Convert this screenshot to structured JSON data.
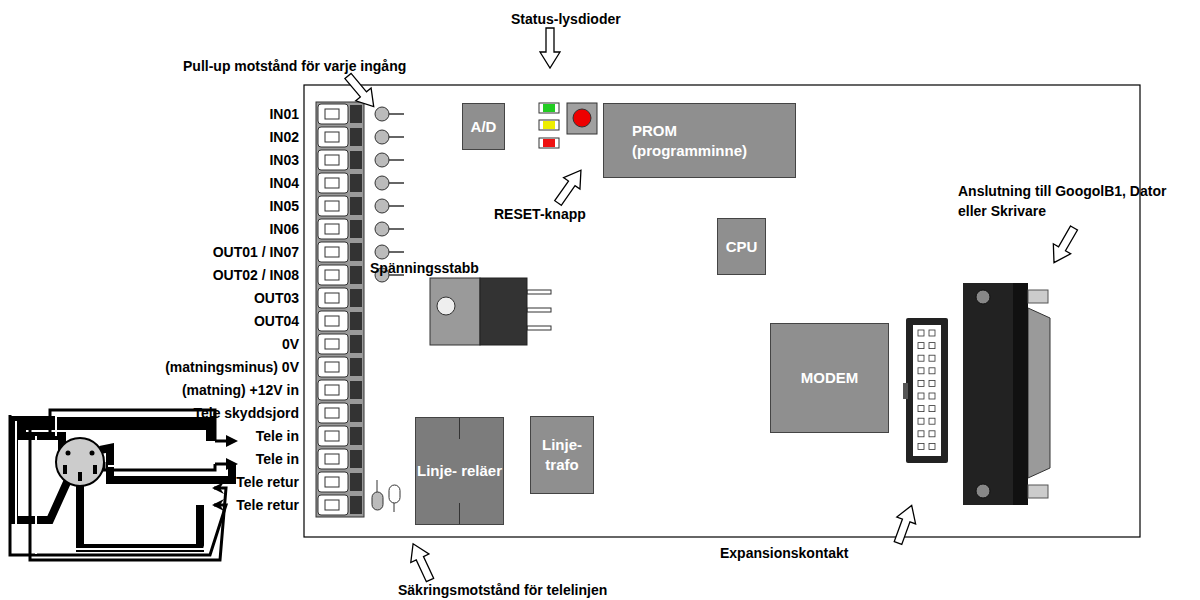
{
  "diagram": {
    "nodes": [
      {
        "text": [
          "A/D"
        ]
      },
      {
        "text": [
          "PROM (programminne)"
        ]
      },
      {
        "text": [
          "CPU"
        ]
      },
      {
        "text": [
          "MODEM"
        ]
      },
      {
        "text": [
          "Linje- reläer"
        ]
      },
      {
        "text": [
          "Linje- trafo"
        ]
      }
    ],
    "labels": [
      "Pull-up motstånd för varje ingång",
      "Status-lysdioder",
      "RESET-knapp",
      "Spänningsstabb",
      "Anslutning till GoogolB1, Dator eller Skrivare",
      "Expansionskontakt",
      "Säkringsmotstånd för telelinjen",
      "IN01",
      "IN02",
      "IN03",
      "IN04",
      "IN05",
      "IN06",
      "OUT01 / IN07",
      "OUT02 / IN08",
      "OUT03",
      "OUT04",
      "0V",
      "(matningsminus) 0V",
      "(matning) +12V in",
      "Tele skyddsjord",
      "Tele in",
      "Tele in",
      "Tele retur",
      "Tele retur"
    ]
  }
}
